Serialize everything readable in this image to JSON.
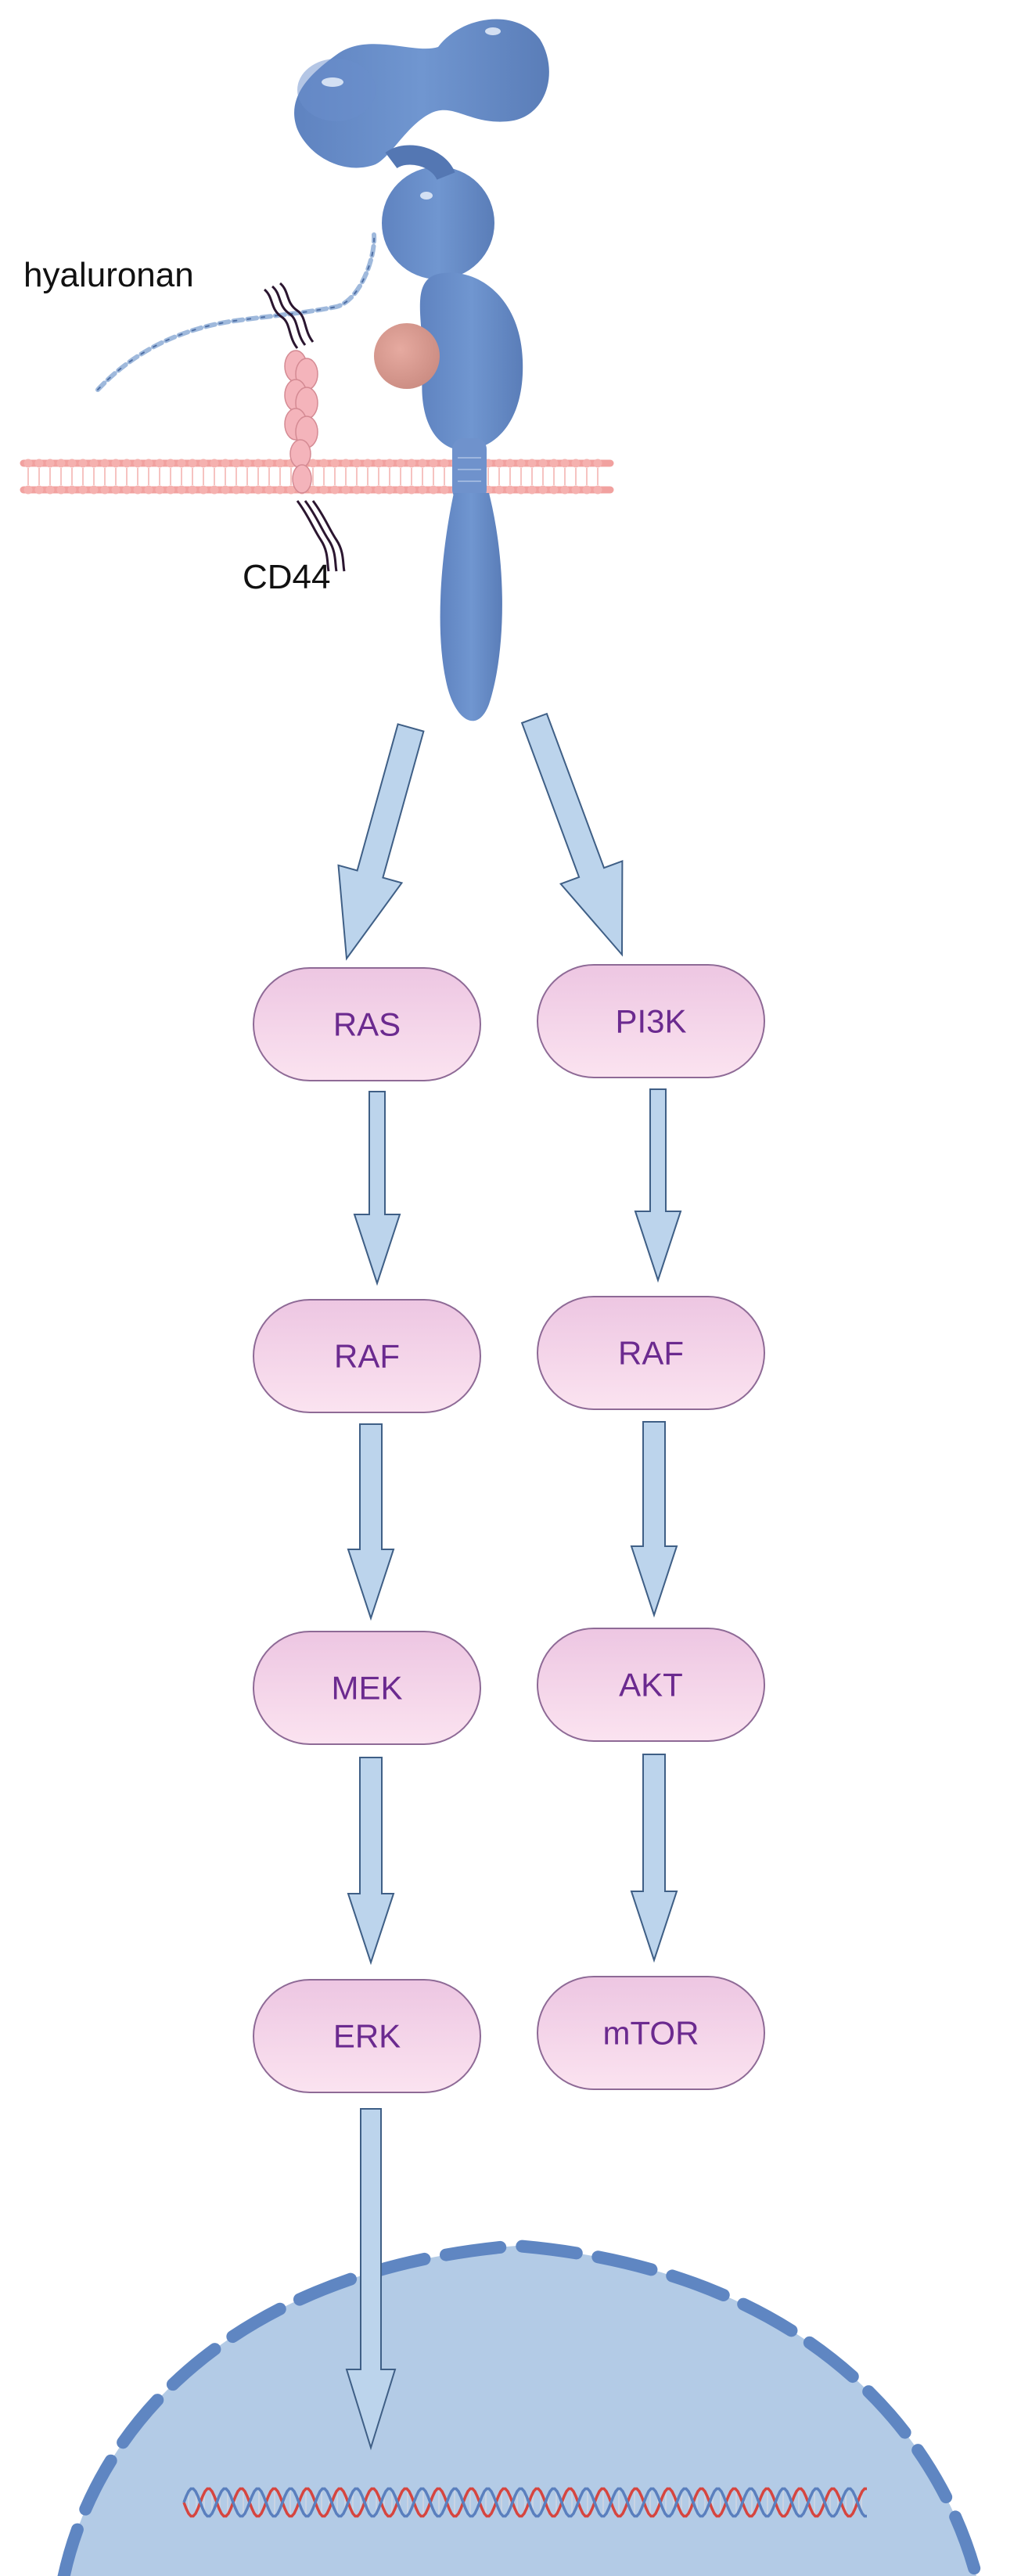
{
  "labels": {
    "hyaluronan": "hyaluronan",
    "cd44": "CD44"
  },
  "pathways": {
    "left": [
      "RAS",
      "RAF",
      "MEK",
      "ERK"
    ],
    "right": [
      "PI3K",
      "RAF",
      "AKT",
      "mTOR"
    ]
  },
  "colors": {
    "receptor": "#6a8dc8",
    "membrane": "#f4a9a8",
    "node_fill_top": "#f0cfe6",
    "node_fill_bottom": "#fbe1ef",
    "node_stroke": "#8e6a96",
    "node_text": "#6b2a8f",
    "arrow_fill": "#bcd4ec",
    "arrow_stroke": "#3f5f86",
    "nucleus_fill": "#b3cbe6",
    "nucleus_dash": "#5f86c2",
    "ligand": "#d99a90",
    "dna_red": "#d6453f",
    "dna_blue": "#5a7fbe"
  }
}
